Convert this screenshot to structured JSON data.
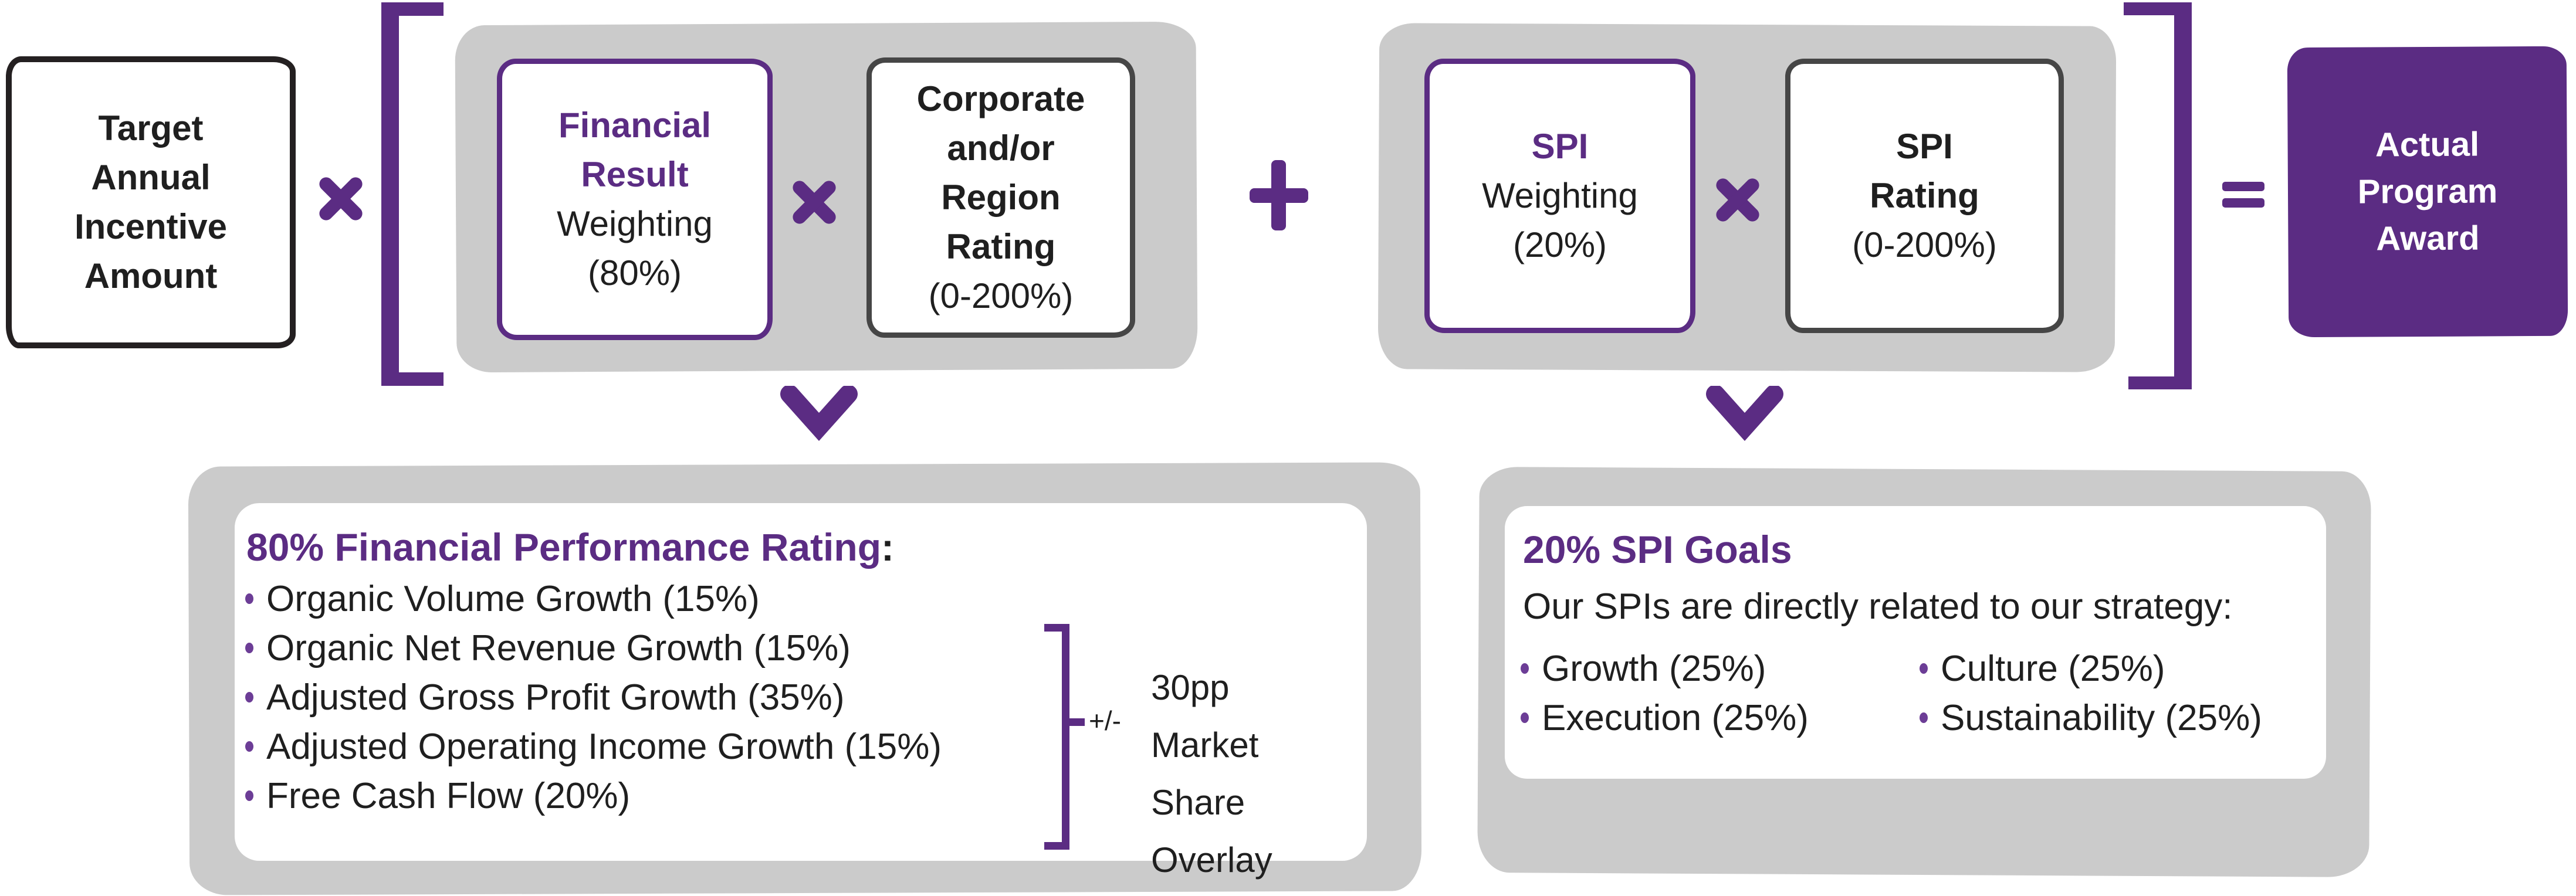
{
  "colors": {
    "purple": "#5b2c83",
    "blob_gray": "#cbcbcb",
    "dark_border": "#464646",
    "bullet_purple": "#6c3d96",
    "black_text": "#1f1f1f"
  },
  "formula": {
    "target_box": {
      "lines": [
        "Target",
        "Annual",
        "Incentive",
        "Amount"
      ]
    },
    "multiply_symbol": "×",
    "plus_symbol": "+",
    "equals_symbol": "=",
    "financial_weighting_box": {
      "line1": "Financial",
      "line2": "Result",
      "line3": "Weighting",
      "line4": "(80%)"
    },
    "corporate_rating_box": {
      "line1": "Corporate",
      "line2": "and/or",
      "line3": "Region",
      "line4": "Rating",
      "line5": "(0-200%)"
    },
    "spi_weighting_box": {
      "line1": "SPI",
      "line2": "Weighting",
      "line3": "(20%)"
    },
    "spi_rating_box": {
      "line1": "SPI",
      "line2": "Rating",
      "line3": "(0-200%)"
    },
    "award_box": {
      "line1": "Actual",
      "line2": "Program",
      "line3": "Award"
    }
  },
  "financial_detail": {
    "heading": "80% Financial Performance Rating",
    "heading_colon": ":",
    "bullets": [
      "Organic Volume Growth (15%)",
      "Organic Net Revenue Growth (15%)",
      "Adjusted Gross Profit Growth (35%)",
      "Adjusted Operating Income Growth (15%)",
      "Free Cash Flow (20%)"
    ],
    "overlay_plusminus": "+/-",
    "overlay_lines": [
      "30pp",
      "Market",
      "Share",
      "Overlay"
    ]
  },
  "spi_detail": {
    "heading": "20% SPI Goals",
    "intro": "Our SPIs are directly related to our strategy:",
    "left_bullets": [
      "Growth (25%)",
      "Execution (25%)"
    ],
    "right_bullets": [
      "Culture (25%)",
      "Sustainability (25%)"
    ]
  }
}
